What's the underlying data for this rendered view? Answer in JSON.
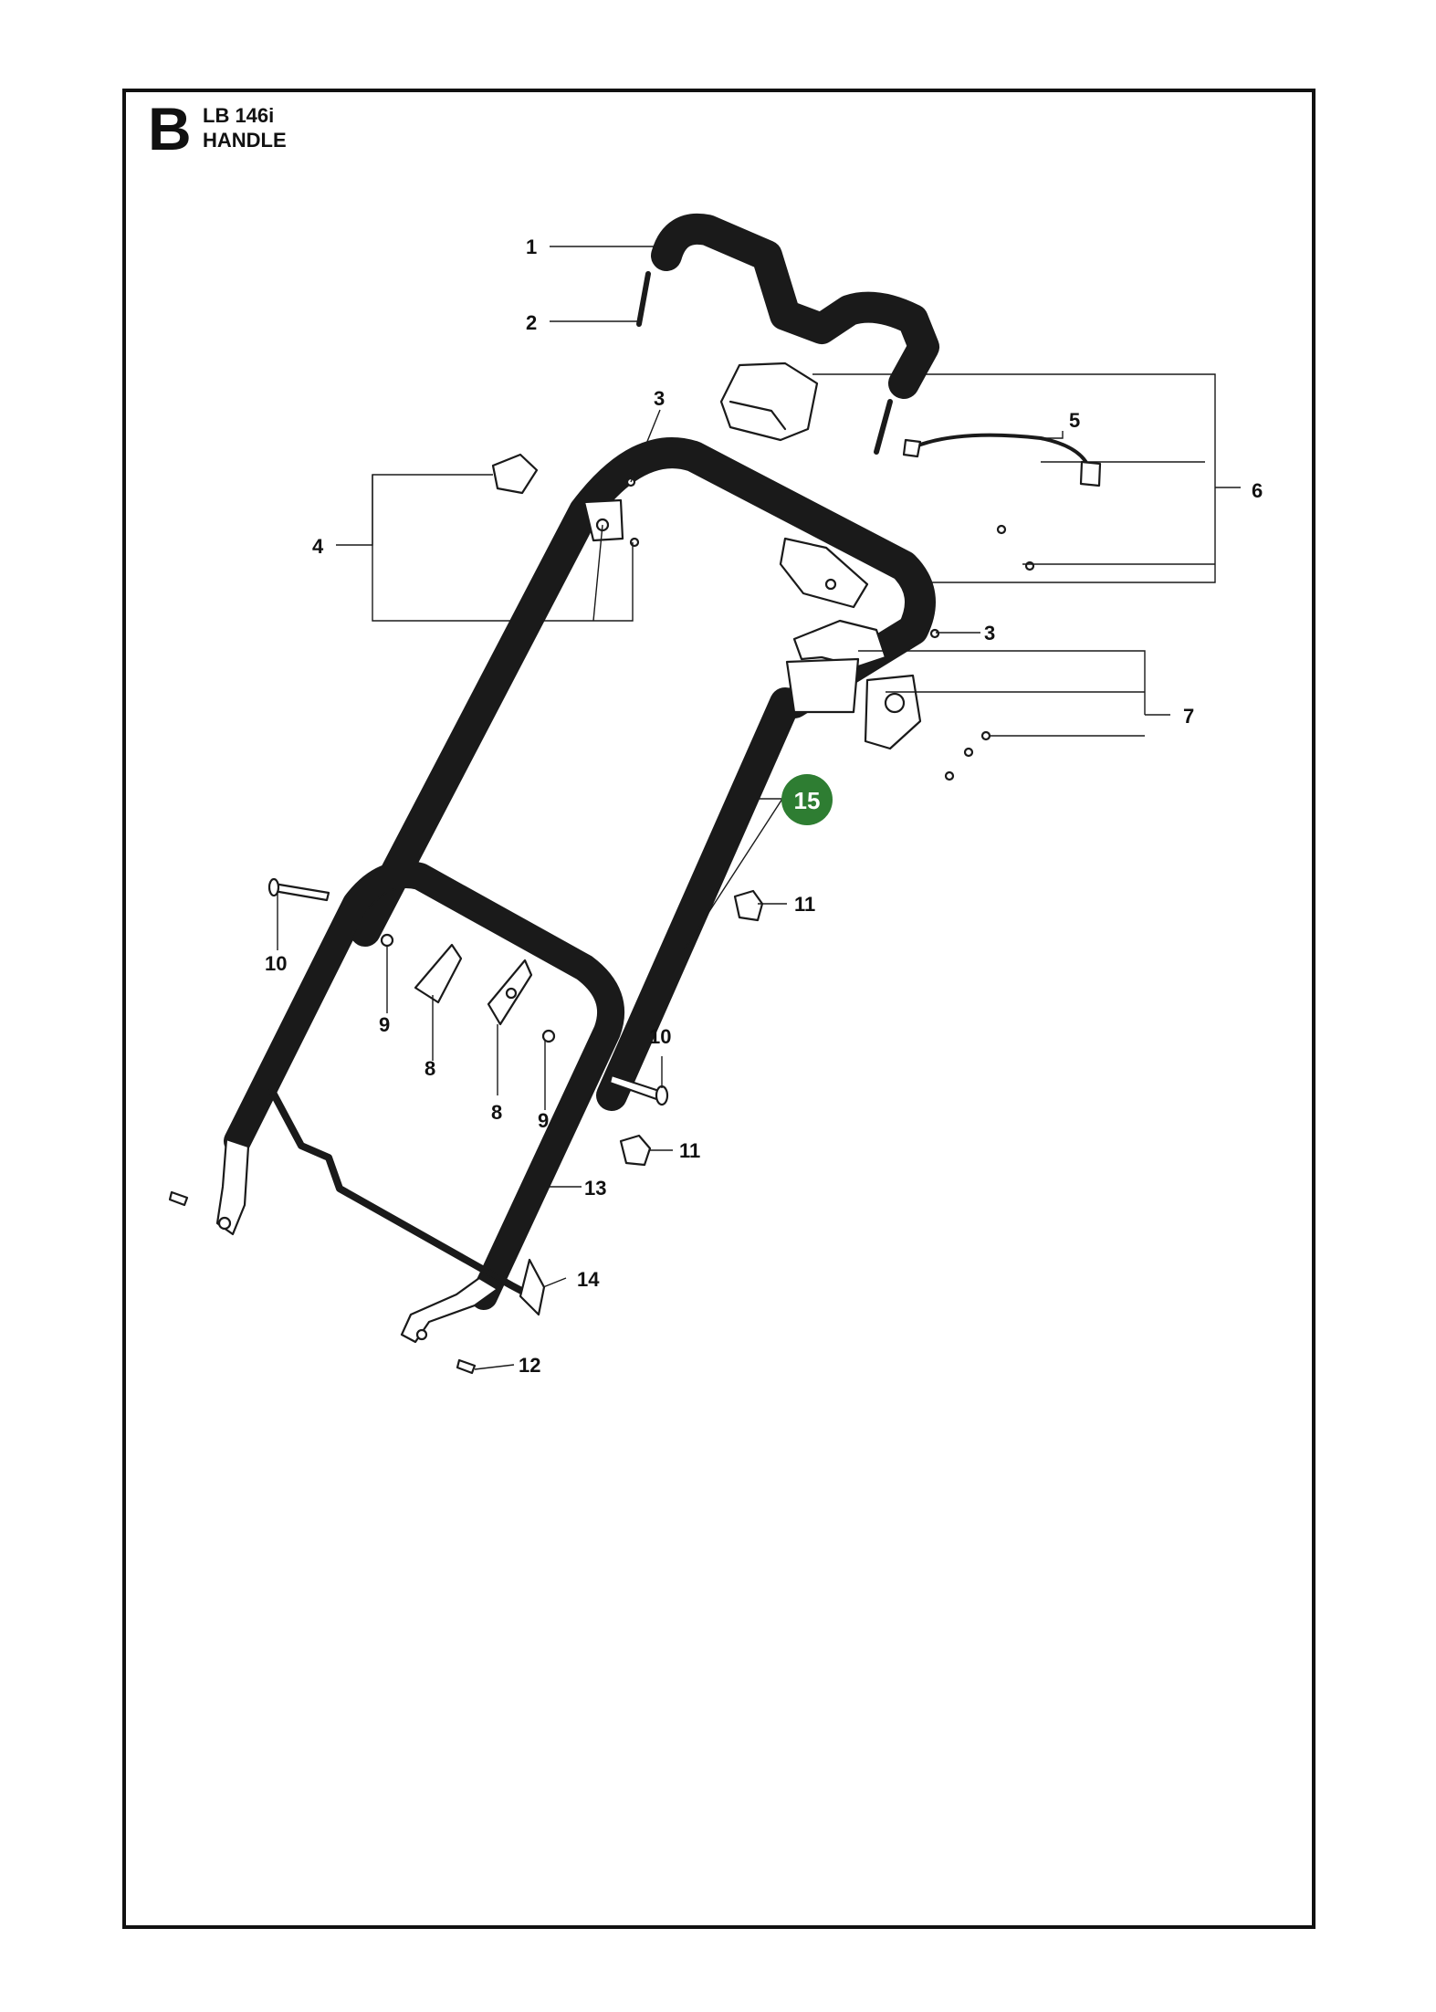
{
  "header": {
    "section_letter": "B",
    "model": "LB 146i",
    "title": "HANDLE"
  },
  "callouts": {
    "c1": "1",
    "c2": "2",
    "c3a": "3",
    "c3b": "3",
    "c4": "4",
    "c5": "5",
    "c6": "6",
    "c7": "7",
    "c8a": "8",
    "c8b": "8",
    "c9a": "9",
    "c9b": "9",
    "c10a": "10",
    "c10b": "10",
    "c11a": "11",
    "c11b": "11",
    "c12": "12",
    "c13": "13",
    "c14": "14",
    "c15": "15"
  },
  "colors": {
    "highlight": "#2e7d32",
    "line": "#1a1a1a"
  }
}
